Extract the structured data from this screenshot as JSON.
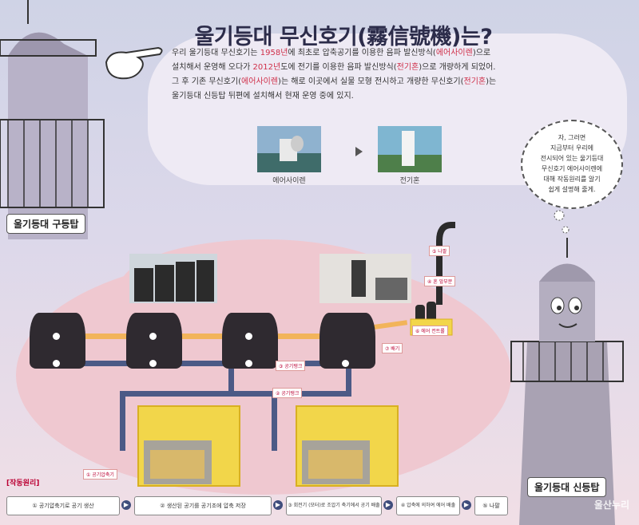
{
  "title": "울기등대 무신호기(霧信號機)는?",
  "intro": {
    "line1_a": "우리 울기등대 무신호기는 ",
    "line1_year": "1958년",
    "line1_b": "에 최초로 압축공기를 이용한 음파 발신방식(",
    "line1_type": "에어사이렌",
    "line1_c": ")으로",
    "line2_a": "설치해서 운영해 오다가 ",
    "line2_year": "2012년",
    "line2_b": "도에 전기를 이용한 음파 발신방식(",
    "line2_type": "전기혼",
    "line2_c": ")으로 개량하게 되었어.",
    "line3_a": "그 후 기존 무신호기(",
    "line3_type": "에어사이렌",
    "line3_b": ")는 해로 이곳에서 실물 모형 전시하고 개량한 무신호기(",
    "line3_type2": "전기혼",
    "line3_c": ")는",
    "line4": "울기등대 신등탑 뒤편에 설치해서 현재 운영 중에 있지."
  },
  "photos": {
    "left_caption": "에어사이렌",
    "right_caption": "전기혼"
  },
  "labels": {
    "old_tower": "울기등대 구등탑",
    "new_tower": "울기등대 신등탑"
  },
  "thought": {
    "line1": "자, 그러면",
    "line2": "지금부터 우리에",
    "line3": "전시되어 있는 울기등대",
    "line4": "무신호기 에어사이렌에",
    "line5": "대해 작동원리를 알기",
    "line6": "쉽게 설명해 줄게."
  },
  "tags": {
    "t1": "⑤ 나팔",
    "t2": "④ 혼 앞부분",
    "t3": "⑥ 에어 컨트롤",
    "t4": "⑦ 배기",
    "t5": "③ 공기탱크",
    "t6": "② 공기탱크",
    "t7": "① 공기압축기"
  },
  "steps": {
    "heading": "[작동원리]",
    "s1": "① 공기압축기로 공기 생산",
    "s2": "② 생산된 공기를 공기조에 압축 저장",
    "s3": "③ 회전기 (모터)로 조압기 축기에서 공기 배출",
    "s4": "④ 압축에 의하여 에어 배출",
    "s5": "⑤ 나팔",
    "arrow": "▶"
  },
  "watermark": "울산누리",
  "colors": {
    "orange_pipe": "#f2b45a",
    "navy_pipe": "#4c5a86",
    "tank": "#2f2a30",
    "compressor": "#f2d64a",
    "highlight": "#d0304a"
  }
}
